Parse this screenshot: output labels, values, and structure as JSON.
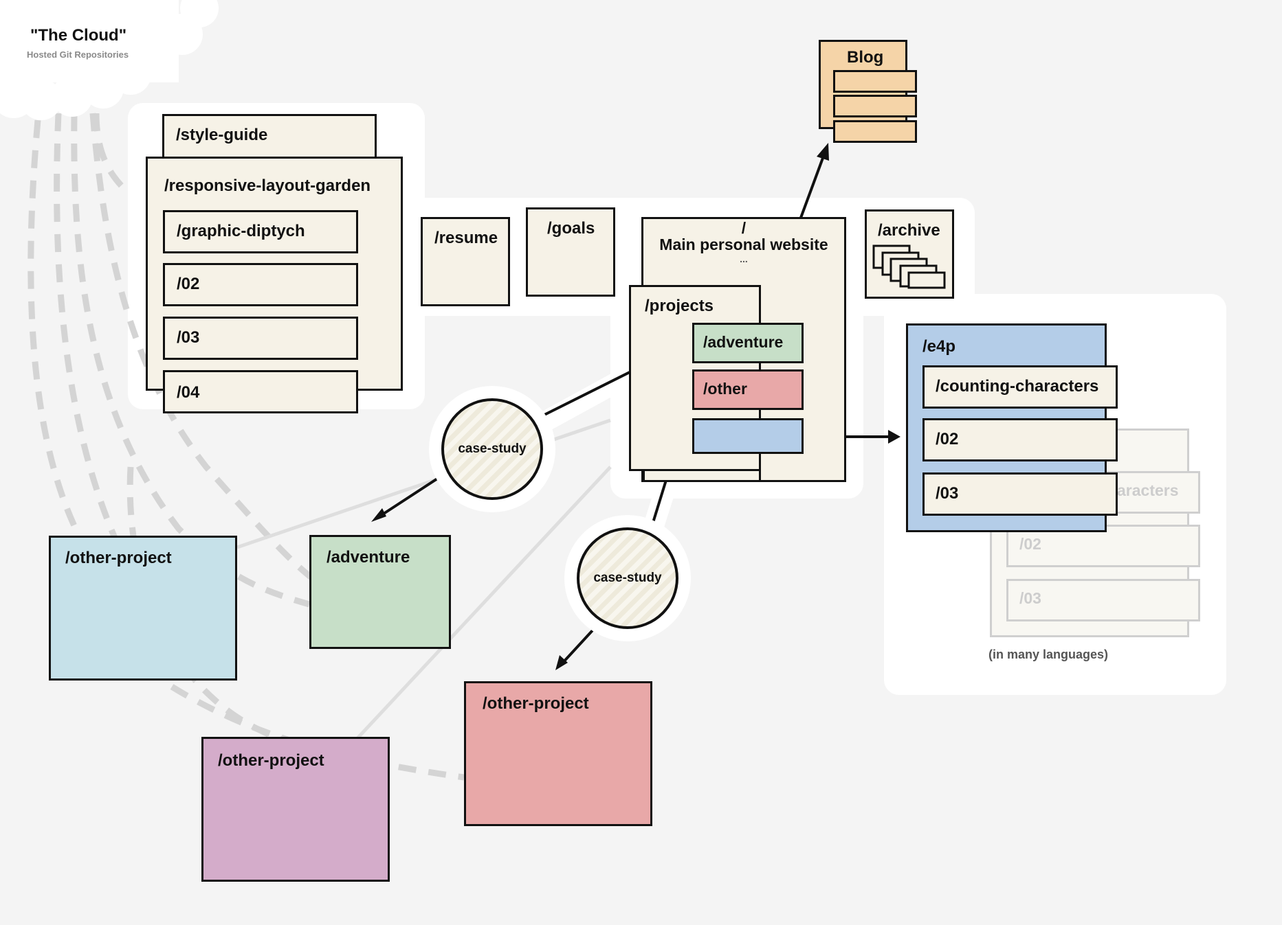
{
  "cloud": {
    "title": "\"The Cloud\"",
    "subtitle": "Hosted Git Repositories"
  },
  "style_guide": "/style-guide",
  "responsive": {
    "title": "/responsive-layout-garden",
    "items": [
      "/graphic-diptych",
      "/02",
      "/03",
      "/04"
    ]
  },
  "resume": "/resume",
  "goals": "/goals",
  "main_site": {
    "slash": "/",
    "title": "Main personal website",
    "ellipsis": "..."
  },
  "projects": {
    "title": "/projects",
    "items": [
      "/adventure",
      "/other"
    ]
  },
  "archive": "/archive",
  "blog": "Blog",
  "e4p": {
    "title": "/e4p",
    "items": [
      "/counting-characters",
      "/02",
      "/03"
    ]
  },
  "ghost_items": [
    "aracters",
    "/02",
    "/03"
  ],
  "languages_note": "(in many languages)",
  "case_study": [
    "case-study",
    "case-study"
  ],
  "other_projects": [
    "/other-project",
    "/adventure",
    "/other-project",
    "/other-project"
  ],
  "colors": {
    "cream": "#f6f2e7",
    "green": "#c7dfc8",
    "red": "#e8a8a8",
    "blue": "#b4cde8",
    "light_blue": "#c6e1e9",
    "purple": "#d4acca",
    "orange": "#f5d4a8"
  }
}
